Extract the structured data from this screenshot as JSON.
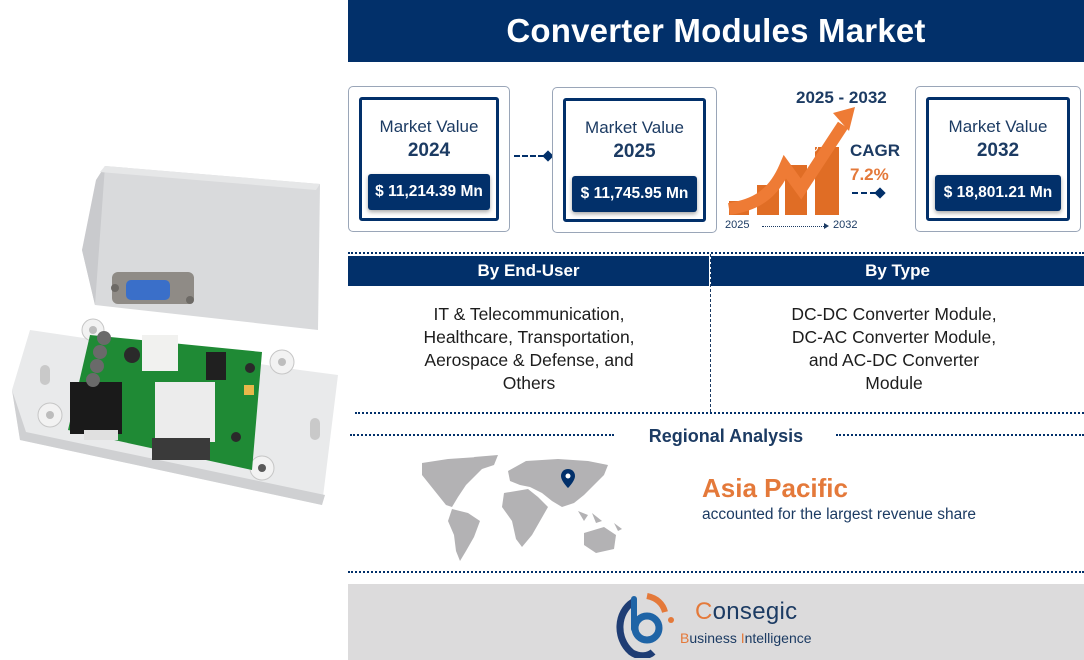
{
  "header": {
    "title": "Converter Modules Market"
  },
  "product_image": {
    "description": "Converter module: grey enclosure with DB9 connector and open base with green PCB"
  },
  "market_values": [
    {
      "label": "Market Value",
      "year": "2024",
      "value": "$ 11,214.39 Mn"
    },
    {
      "label": "Market Value",
      "year": "2025",
      "value": "$ 11,745.95 Mn"
    },
    {
      "label": "Market Value",
      "year": "2032",
      "value": "$ 18,801.21 Mn"
    }
  ],
  "cagr": {
    "range": "2025 - 2032",
    "arrow_text": "CAGR",
    "title": "CAGR",
    "value": "7.2%",
    "x_start": "2025",
    "x_end": "2032",
    "icon": "growth-chart-icon"
  },
  "segments": [
    {
      "header": "By End-User",
      "lines": [
        "IT & Telecommunication,",
        "Healthcare, Transportation,",
        "Aerospace & Defense, and",
        "Others"
      ]
    },
    {
      "header": "By Type",
      "lines": [
        "DC-DC Converter Module,",
        "DC-AC Converter Module,",
        "and AC-DC Converter",
        "Module"
      ]
    }
  ],
  "regional": {
    "title": "Regional Analysis",
    "region": "Asia Pacific",
    "description": "accounted for the largest revenue share",
    "map_icon": "world-map-icon",
    "pin_icon": "location-pin-icon"
  },
  "footer": {
    "brand_first_letter": "C",
    "brand_rest": "onsegic",
    "sub_b": "B",
    "sub_usiness": "usiness ",
    "sub_i": "I",
    "sub_ntelligence": "ntelligence"
  },
  "colors": {
    "navy": "#02306a",
    "orange": "#e4793a",
    "map_grey": "#b3b2b4",
    "footer_grey": "#dcdbdc"
  }
}
